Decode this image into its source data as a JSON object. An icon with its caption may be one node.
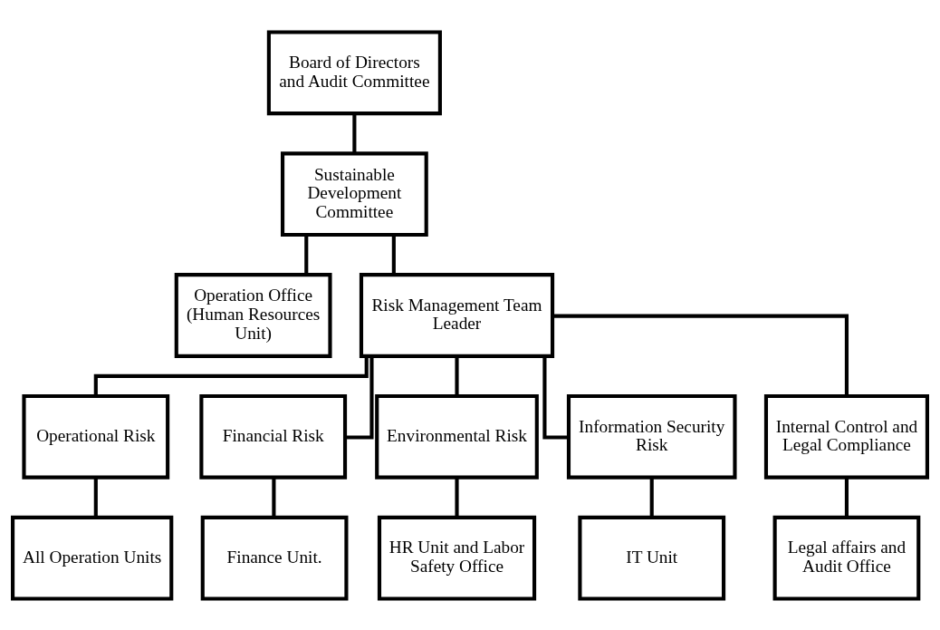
{
  "diagram": {
    "nodes": [
      {
        "text": [
          "Board of Directors and Audit Committee"
        ]
      },
      {
        "text": [
          "Sustainable Development Committee"
        ]
      },
      {
        "text": [
          "Operation Office (Human Resources Unit)"
        ]
      },
      {
        "text": [
          "Risk Management Team Leader"
        ]
      },
      {
        "text": [
          "Operational Risk"
        ]
      },
      {
        "text": [
          "Financial Risk"
        ]
      },
      {
        "text": [
          "Environmental Risk"
        ]
      },
      {
        "text": [
          "Information Security Risk"
        ]
      },
      {
        "text": [
          "Internal Control and Legal Compliance"
        ]
      },
      {
        "text": [
          "All Operation Units"
        ]
      },
      {
        "text": [
          "Finance Unit."
        ]
      },
      {
        "text": [
          "HR Unit and Labor Safety Office"
        ]
      },
      {
        "text": [
          "IT Unit"
        ]
      },
      {
        "text": [
          "Legal affairs and Audit Office"
        ]
      }
    ],
    "edges": [
      {
        "from": 0,
        "to": 1,
        "arrow": "none"
      },
      {
        "from": 1,
        "to": 2,
        "arrow": "none"
      },
      {
        "from": 1,
        "to": 3,
        "arrow": "none"
      },
      {
        "from": 3,
        "to": 4,
        "arrow": "none"
      },
      {
        "from": 3,
        "to": 5,
        "arrow": "none"
      },
      {
        "from": 3,
        "to": 6,
        "arrow": "none"
      },
      {
        "from": 3,
        "to": 7,
        "arrow": "none"
      },
      {
        "from": 3,
        "to": 8,
        "arrow": "none"
      },
      {
        "from": 4,
        "to": 9,
        "arrow": "none"
      },
      {
        "from": 5,
        "to": 10,
        "arrow": "none"
      },
      {
        "from": 6,
        "to": 11,
        "arrow": "none"
      },
      {
        "from": 7,
        "to": 12,
        "arrow": "none"
      },
      {
        "from": 8,
        "to": 13,
        "arrow": "none"
      }
    ]
  }
}
